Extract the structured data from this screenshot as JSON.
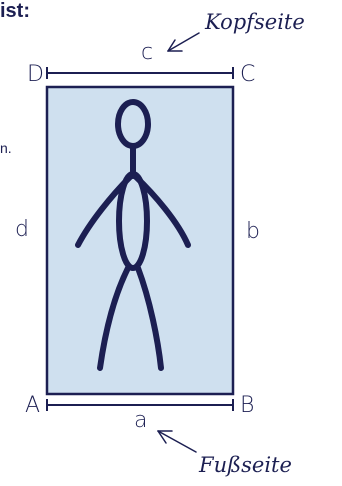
{
  "header": {
    "fragment": "ist:"
  },
  "left_fragment": "n.",
  "corners": {
    "a": "A",
    "b": "B",
    "c": "C",
    "d": "D"
  },
  "edges": {
    "bottom": "a",
    "right": "b",
    "top": "c",
    "left": "d"
  },
  "annotations": {
    "top": "Kopfseite",
    "bottom": "Fußseite"
  },
  "colors": {
    "fill": "#cfe0ef",
    "stroke": "#1c1f52"
  }
}
